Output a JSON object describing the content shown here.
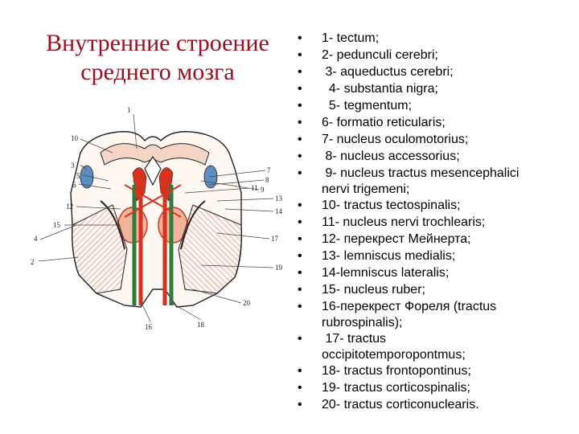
{
  "title": {
    "line1": "Внутренние строение",
    "line2": "среднего мозга"
  },
  "legend": [
    "1- tectum;",
    "2- pedunculi cerebri;",
    " 3- aqueductus cerebri;",
    "  4- substantia nigra;",
    "  5- tegmentum;",
    "6- formatio reticularis;",
    "7- nucleus oculomotorius;",
    " 8- nucleus accessorius;",
    " 9- nucleus tractus mesencephalici\nnervi trigemeni;",
    "10- tractus tectospinalis;",
    "11- nucleus nervi trochlearis;",
    "12- перекрест Мейнерта;",
    "13- lemniscus medialis;",
    "14-lemniscus lateralis;",
    "15- nucleus ruber;",
    "16-перекрест Фореля (tractus\nrubrospinalis);",
    " 17- tractus\noccipitotemporopontmus;",
    "18- tractus frontopontinus;",
    "19- tractus corticospinalis;",
    "20- tractus corticonuclearis."
  ],
  "bullet": "•",
  "diagram": {
    "numbers": [
      "1",
      "2",
      "3",
      "4",
      "5",
      "6",
      "7",
      "8",
      "9",
      "10",
      "11",
      "12",
      "13",
      "14",
      "15",
      "16",
      "17",
      "18",
      "19",
      "20"
    ],
    "colors": {
      "outline": "#222222",
      "red": "#d8321e",
      "salmon": "#f2b39a",
      "green": "#2e7d3e",
      "blue": "#5c8ec4",
      "hatch": "#c97f6c"
    }
  }
}
